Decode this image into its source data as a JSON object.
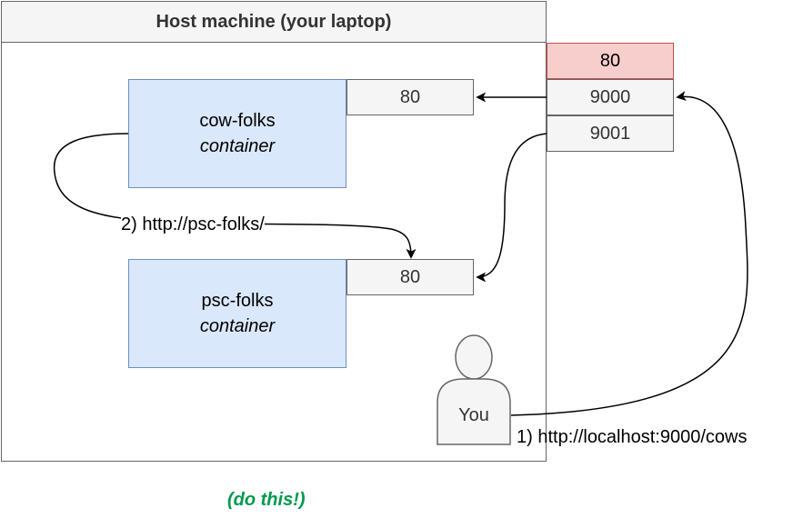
{
  "host": {
    "title": "Host machine (your laptop)"
  },
  "cow_container": {
    "name": "cow-folks",
    "kind": "container",
    "port": "80"
  },
  "psc_container": {
    "name": "psc-folks",
    "kind": "container",
    "port": "80"
  },
  "host_ports": [
    "80",
    "9000",
    "9001"
  ],
  "user": {
    "label": "You"
  },
  "steps": {
    "step1": "1) http://localhost:9000/cows",
    "step2": "2) http://psc-folks/"
  },
  "note": "(do this!)",
  "colors": {
    "container_fill": "#dae8fc",
    "container_stroke": "#6c8ebf",
    "port_fill": "#f5f5f5",
    "highlight_fill": "#f8cecc",
    "highlight_stroke": "#b85450",
    "note_text": "#00994d"
  }
}
